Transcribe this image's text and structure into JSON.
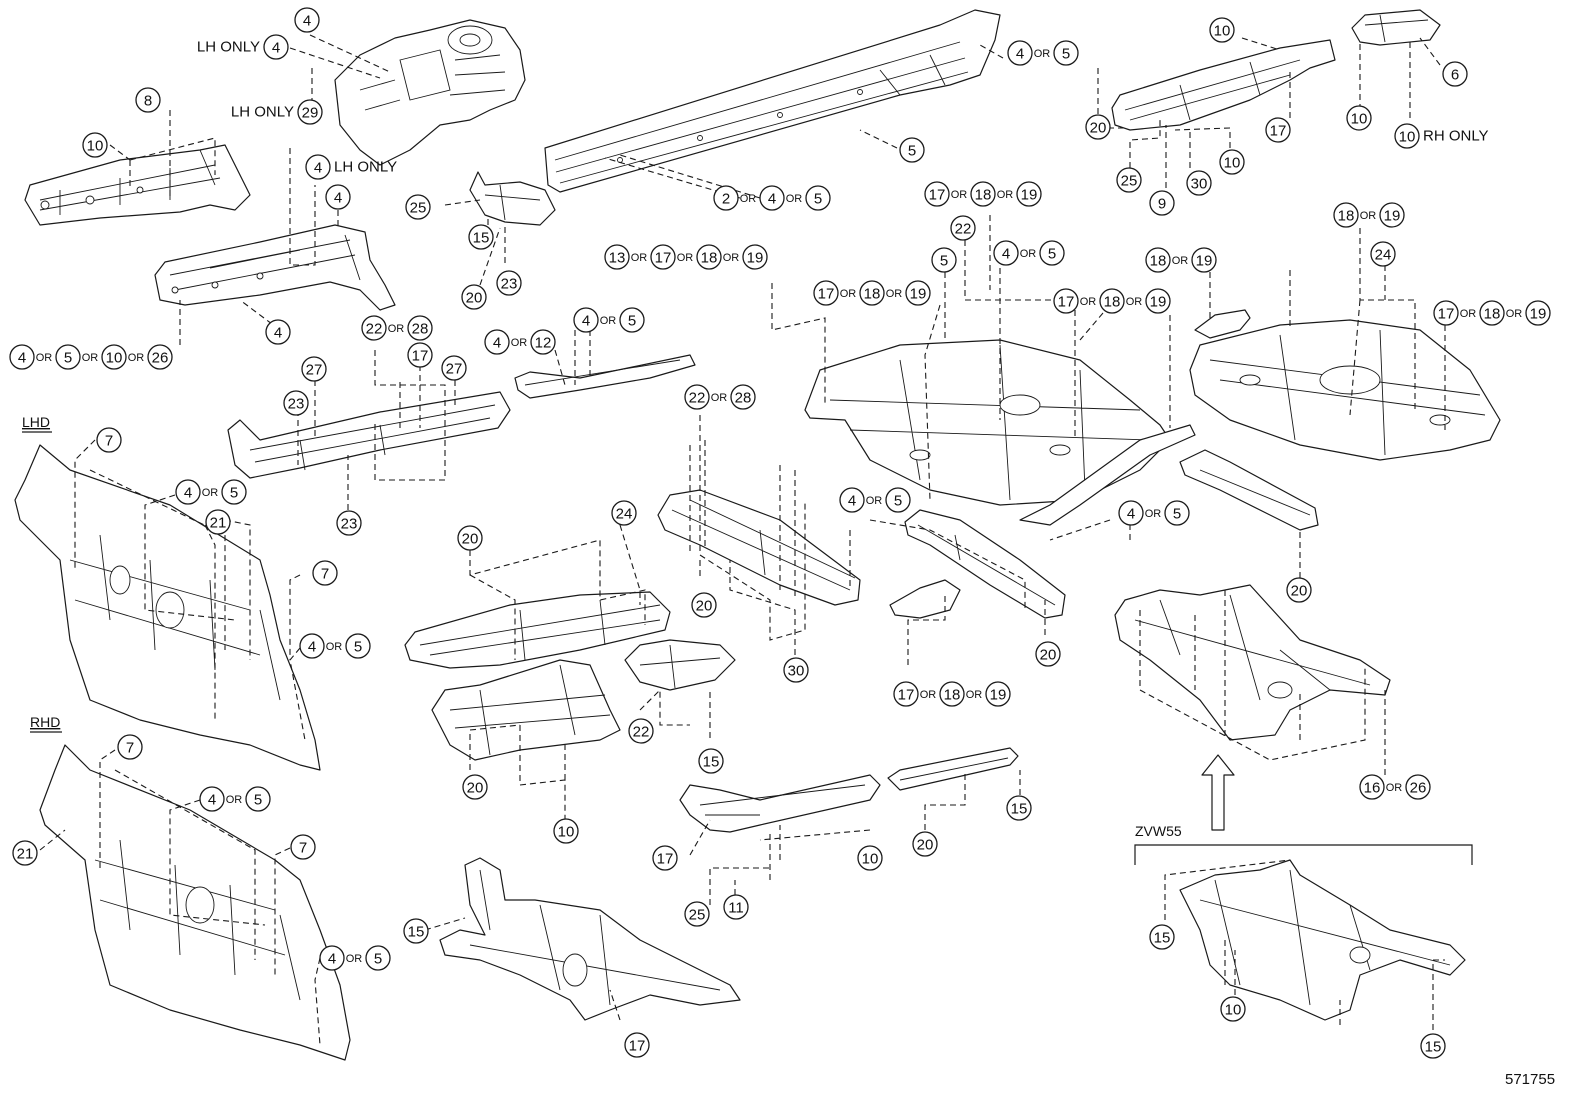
{
  "figure_id": "571755",
  "section_labels": {
    "lhd": "LHD",
    "rhd": "RHD"
  },
  "model_label": "ZVW55",
  "or_word": "OR",
  "callouts": [
    {
      "id": "c1",
      "nums": [
        "4"
      ]
    },
    {
      "id": "c2",
      "nums": [
        "4"
      ],
      "prefix": "LH ONLY"
    },
    {
      "id": "c3",
      "nums": [
        "29"
      ],
      "prefix": "LH ONLY"
    },
    {
      "id": "c4",
      "nums": [
        "8"
      ]
    },
    {
      "id": "c5",
      "nums": [
        "10"
      ]
    },
    {
      "id": "c6",
      "nums": [
        "4"
      ],
      "suffix": "LH ONLY"
    },
    {
      "id": "c7",
      "nums": [
        "4"
      ]
    },
    {
      "id": "c8",
      "nums": [
        "4"
      ]
    },
    {
      "id": "c9",
      "nums": [
        "4",
        "5",
        "10",
        "26"
      ]
    },
    {
      "id": "c10",
      "nums": [
        "4",
        "5"
      ]
    },
    {
      "id": "c11",
      "nums": [
        "5"
      ]
    },
    {
      "id": "c12",
      "nums": [
        "2",
        "4",
        "5"
      ]
    },
    {
      "id": "c13",
      "nums": [
        "25"
      ]
    },
    {
      "id": "c14",
      "nums": [
        "15"
      ]
    },
    {
      "id": "c15",
      "nums": [
        "23"
      ]
    },
    {
      "id": "c16",
      "nums": [
        "20"
      ]
    },
    {
      "id": "c17",
      "nums": [
        "13",
        "17",
        "18",
        "19"
      ]
    },
    {
      "id": "c18",
      "nums": [
        "10"
      ]
    },
    {
      "id": "c19",
      "nums": [
        "20"
      ]
    },
    {
      "id": "c20",
      "nums": [
        "25"
      ]
    },
    {
      "id": "c21",
      "nums": [
        "9"
      ]
    },
    {
      "id": "c22",
      "nums": [
        "30"
      ]
    },
    {
      "id": "c23",
      "nums": [
        "10"
      ]
    },
    {
      "id": "c24",
      "nums": [
        "17"
      ]
    },
    {
      "id": "c25",
      "nums": [
        "6"
      ]
    },
    {
      "id": "c26",
      "nums": [
        "10"
      ]
    },
    {
      "id": "c27",
      "nums": [
        "10"
      ],
      "suffix": "RH ONLY"
    },
    {
      "id": "c28",
      "nums": [
        "17",
        "18",
        "19"
      ]
    },
    {
      "id": "c29",
      "nums": [
        "22"
      ]
    },
    {
      "id": "c30",
      "nums": [
        "5"
      ]
    },
    {
      "id": "c31",
      "nums": [
        "4",
        "5"
      ]
    },
    {
      "id": "c32",
      "nums": [
        "17",
        "18",
        "19"
      ]
    },
    {
      "id": "c33",
      "nums": [
        "17",
        "18",
        "19"
      ]
    },
    {
      "id": "c34",
      "nums": [
        "18",
        "19"
      ]
    },
    {
      "id": "c35",
      "nums": [
        "18",
        "19"
      ]
    },
    {
      "id": "c36",
      "nums": [
        "24"
      ]
    },
    {
      "id": "c37",
      "nums": [
        "17",
        "18",
        "19"
      ]
    },
    {
      "id": "c38",
      "nums": [
        "4",
        "12"
      ]
    },
    {
      "id": "c39",
      "nums": [
        "4",
        "5"
      ]
    },
    {
      "id": "c40",
      "nums": [
        "22",
        "28"
      ]
    },
    {
      "id": "c41",
      "nums": [
        "17"
      ]
    },
    {
      "id": "c42",
      "nums": [
        "27"
      ]
    },
    {
      "id": "c43",
      "nums": [
        "27"
      ]
    },
    {
      "id": "c44",
      "nums": [
        "23"
      ]
    },
    {
      "id": "c45",
      "nums": [
        "23"
      ]
    },
    {
      "id": "c46",
      "nums": [
        "7"
      ]
    },
    {
      "id": "c47",
      "nums": [
        "4",
        "5"
      ]
    },
    {
      "id": "c48",
      "nums": [
        "21"
      ]
    },
    {
      "id": "c49",
      "nums": [
        "7"
      ]
    },
    {
      "id": "c50",
      "nums": [
        "4",
        "5"
      ]
    },
    {
      "id": "c51",
      "nums": [
        "7"
      ]
    },
    {
      "id": "c52",
      "nums": [
        "4",
        "5"
      ]
    },
    {
      "id": "c53",
      "nums": [
        "21"
      ]
    },
    {
      "id": "c54",
      "nums": [
        "7"
      ]
    },
    {
      "id": "c55",
      "nums": [
        "4",
        "5"
      ]
    },
    {
      "id": "c56",
      "nums": [
        "20"
      ]
    },
    {
      "id": "c57",
      "nums": [
        "24"
      ]
    },
    {
      "id": "c58",
      "nums": [
        "22",
        "28"
      ]
    },
    {
      "id": "c59",
      "nums": [
        "4",
        "5"
      ]
    },
    {
      "id": "c60",
      "nums": [
        "20"
      ]
    },
    {
      "id": "c61",
      "nums": [
        "30"
      ]
    },
    {
      "id": "c62",
      "nums": [
        "22"
      ]
    },
    {
      "id": "c63",
      "nums": [
        "15"
      ]
    },
    {
      "id": "c64",
      "nums": [
        "20"
      ]
    },
    {
      "id": "c65",
      "nums": [
        "10"
      ]
    },
    {
      "id": "c66",
      "nums": [
        "17",
        "18",
        "19"
      ]
    },
    {
      "id": "c67",
      "nums": [
        "20"
      ]
    },
    {
      "id": "c68",
      "nums": [
        "4",
        "5"
      ]
    },
    {
      "id": "c69",
      "nums": [
        "20"
      ]
    },
    {
      "id": "c70",
      "nums": [
        "16",
        "26"
      ]
    },
    {
      "id": "c71",
      "nums": [
        "17"
      ]
    },
    {
      "id": "c72",
      "nums": [
        "10"
      ]
    },
    {
      "id": "c73",
      "nums": [
        "25"
      ]
    },
    {
      "id": "c74",
      "nums": [
        "11"
      ]
    },
    {
      "id": "c75",
      "nums": [
        "20"
      ]
    },
    {
      "id": "c76",
      "nums": [
        "15"
      ]
    },
    {
      "id": "c77",
      "nums": [
        "15"
      ]
    },
    {
      "id": "c78",
      "nums": [
        "17"
      ]
    },
    {
      "id": "c79",
      "nums": [
        "15"
      ]
    },
    {
      "id": "c80",
      "nums": [
        "10"
      ]
    },
    {
      "id": "c81",
      "nums": [
        "15"
      ]
    }
  ]
}
